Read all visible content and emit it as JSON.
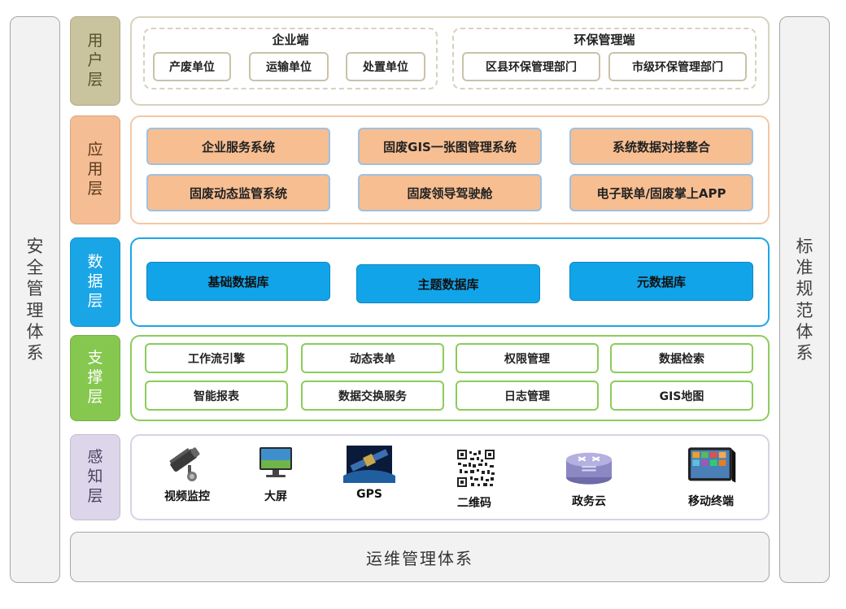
{
  "security_system": [
    "安",
    "全",
    "管",
    "理",
    "体",
    "系"
  ],
  "standard_system": [
    "标",
    "准",
    "规",
    "范",
    "体",
    "系"
  ],
  "ops_system": "运维管理体系",
  "layers": {
    "user": {
      "label": [
        "用",
        "户",
        "层"
      ]
    },
    "app": {
      "label": [
        "应",
        "用",
        "层"
      ]
    },
    "data": {
      "label": [
        "数",
        "据",
        "层"
      ]
    },
    "support": {
      "label": [
        "支",
        "撑",
        "层"
      ]
    },
    "sense": {
      "label": [
        "感",
        "知",
        "层"
      ]
    }
  },
  "user_layer": {
    "enterprise": {
      "title": "企业端",
      "items": [
        "产废单位",
        "运输单位",
        "处置单位"
      ]
    },
    "environment": {
      "title": "环保管理端",
      "items": [
        "区县环保管理部门",
        "市级环保管理部门"
      ]
    }
  },
  "app_layer": {
    "items": [
      "企业服务系统",
      "固废GIS一张图管理系统",
      "系统数据对接整合",
      "固废动态监管系统",
      "固废领导驾驶舱",
      "电子联单/固废掌上APP"
    ]
  },
  "data_layer": {
    "items": [
      "基础数据库",
      "主题数据库",
      "元数据库"
    ]
  },
  "support_layer": {
    "items": [
      "工作流引擎",
      "动态表单",
      "权限管理",
      "数据检索",
      "智能报表",
      "数据交换服务",
      "日志管理",
      "GIS地图"
    ]
  },
  "sense_layer": {
    "items": [
      {
        "label": "视频监控",
        "icon": "cctv-camera-icon"
      },
      {
        "label": "大屏",
        "icon": "big-screen-icon"
      },
      {
        "label": "GPS",
        "icon": "satellite-icon"
      },
      {
        "label": "二维码",
        "icon": "qr-code-icon"
      },
      {
        "label": "政务云",
        "icon": "router-icon"
      },
      {
        "label": "移动终端",
        "icon": "tablet-icon"
      }
    ]
  },
  "colors": {
    "user": "#c9c39e",
    "app": "#f5bd93",
    "data": "#1aa6e6",
    "support": "#86c84f",
    "sense": "#ddd6ea"
  }
}
